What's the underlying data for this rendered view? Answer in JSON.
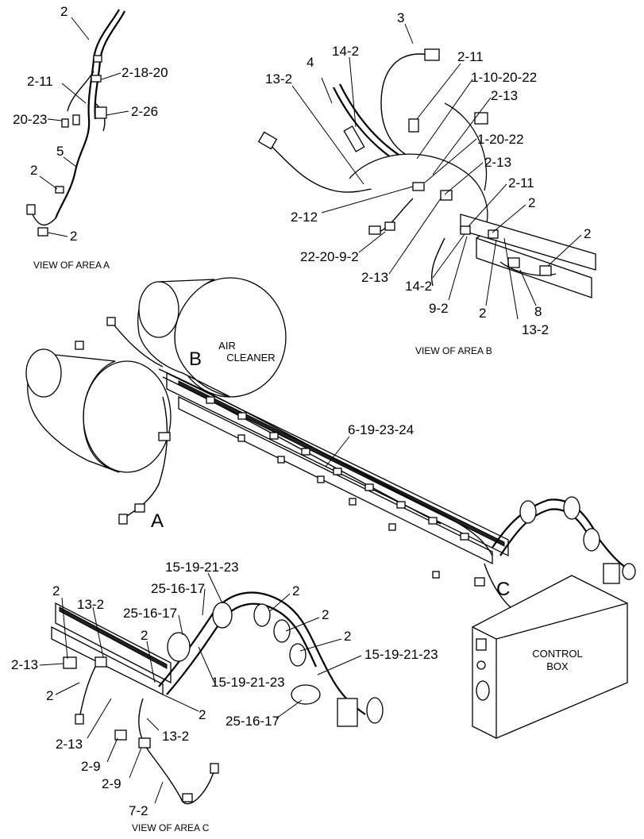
{
  "area_a": {
    "caption": "VIEW OF AREA  A",
    "callouts": [
      "2",
      "2-18-20",
      "2-11",
      "2-26",
      "20-23",
      "5",
      "2",
      "2"
    ]
  },
  "area_b": {
    "caption": "VIEW OF AREA  B",
    "callouts": [
      "3",
      "14-2",
      "2-11",
      "4",
      "1-10-20-22",
      "13-2",
      "2-13",
      "1-20-22",
      "2-13",
      "2-11",
      "2",
      "2-12",
      "2",
      "22-20-9-2",
      "2-13",
      "14-2",
      "9-2",
      "2",
      "13-2",
      "8"
    ]
  },
  "main": {
    "air_cleaner_line1": "AIR",
    "air_cleaner_line2": "CLEANER",
    "harness_callout": "6-19-23-24",
    "letter_a": "A",
    "letter_b": "B",
    "letter_c": "C",
    "control_box_line1": "CONTROL",
    "control_box_line2": "BOX"
  },
  "area_c": {
    "caption": "VIEW OF AREA  C",
    "callouts": [
      "15-19-21-23",
      "25-16-17",
      "2",
      "13-2",
      "25-16-17",
      "2",
      "2",
      "2",
      "2",
      "15-19-21-23",
      "2-13",
      "15-19-21-23",
      "2",
      "2",
      "25-16-17",
      "2-13",
      "13-2",
      "2-9",
      "2-9",
      "7-2"
    ]
  }
}
